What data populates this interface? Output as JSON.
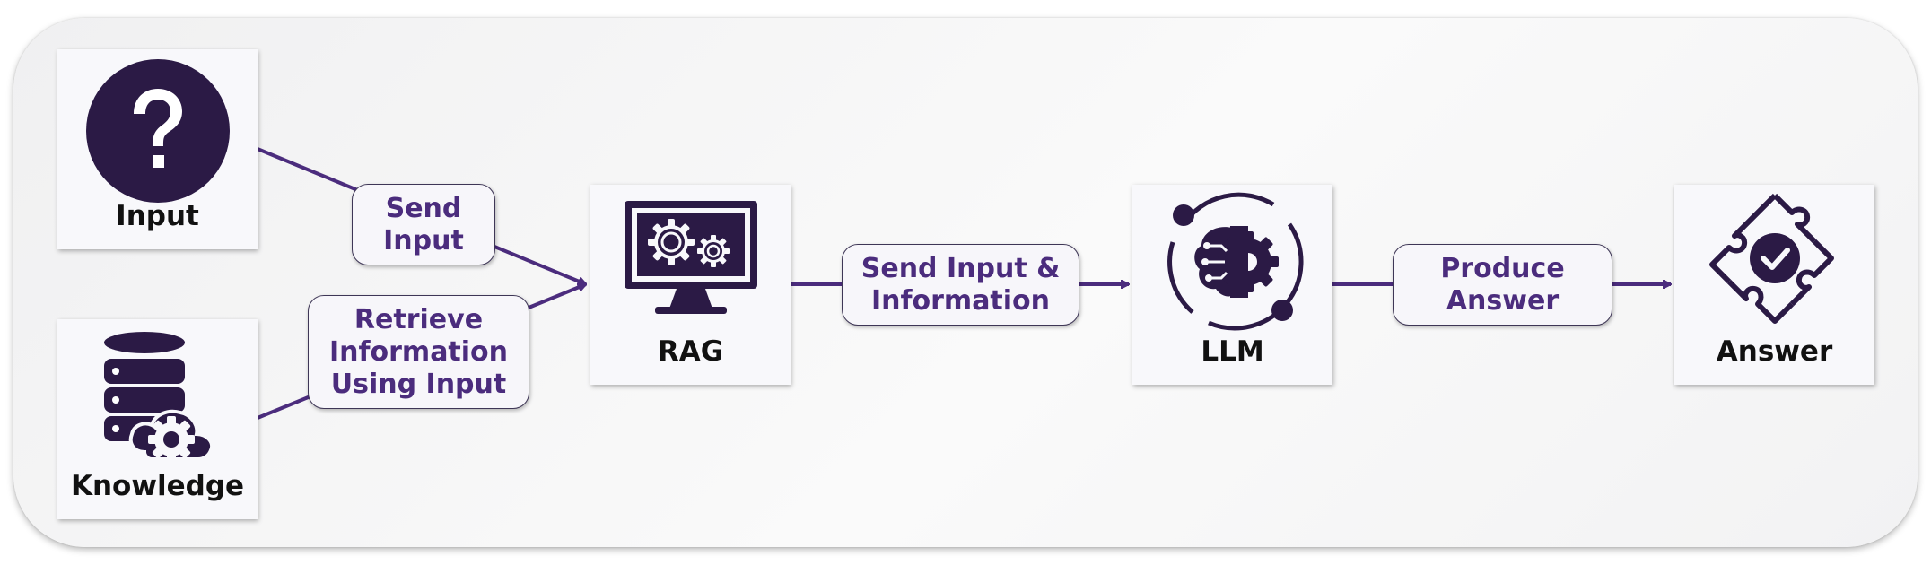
{
  "diagram": {
    "nodes": [
      {
        "id": "input",
        "label": "Input",
        "icon": "question-mark-icon"
      },
      {
        "id": "knowledge",
        "label": "Knowledge",
        "icon": "database-cloud-gear-icon"
      },
      {
        "id": "rag",
        "label": "RAG",
        "icon": "monitor-gears-icon"
      },
      {
        "id": "llm",
        "label": "LLM",
        "icon": "brain-gear-icon"
      },
      {
        "id": "answer",
        "label": "Answer",
        "icon": "puzzle-check-icon"
      }
    ],
    "edges": [
      {
        "from": "input",
        "to": "rag",
        "label": "Send\nInput"
      },
      {
        "from": "knowledge",
        "to": "rag",
        "label": "Retrieve\nInformation\nUsing Input"
      },
      {
        "from": "rag",
        "to": "llm",
        "label": "Send Input &\nInformation"
      },
      {
        "from": "llm",
        "to": "answer",
        "label": "Produce\nAnswer"
      }
    ],
    "colors": {
      "accent": "#4b2c7d",
      "icon": "#2b1a45",
      "text": "#111111"
    }
  }
}
